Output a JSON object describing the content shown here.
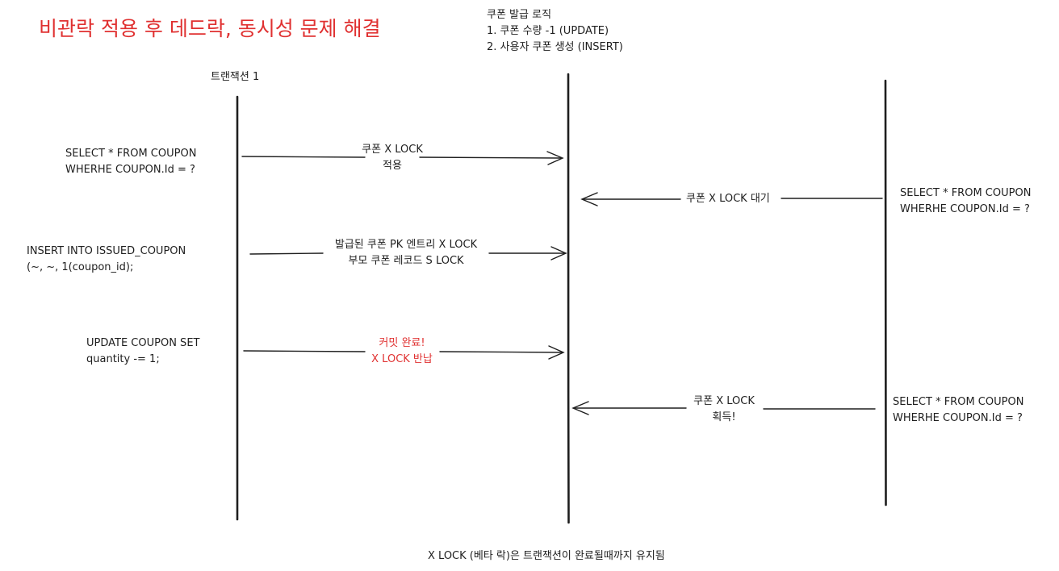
{
  "title": "비관락 적용 후 데드락, 동시성 문제 해결",
  "colors": {
    "title": "#e03131",
    "text": "#1e1e1e",
    "highlight": "#e03131",
    "line": "#1e1e1e"
  },
  "logic_note": {
    "heading": "쿠폰 발급 로직",
    "step1": "1. 쿠폰 수량 -1 (UPDATE)",
    "step2": "2. 사용자 쿠폰 생성 (INSERT)"
  },
  "lane_label": "트랜잭션 1",
  "left_queries": {
    "select": "SELECT * FROM COUPON\nWHERHE COUPON.Id = ?",
    "insert": "INSERT INTO ISSUED_COUPON\n(~, ~, 1(coupon_id);",
    "update": "UPDATE COUPON SET\nquantity -= 1;"
  },
  "right_queries": {
    "select_wait": "SELECT * FROM COUPON\nWHERHE COUPON.Id = ?",
    "select_acquire": "SELECT * FROM COUPON\nWHERHE COUPON.Id = ?"
  },
  "messages": {
    "x_lock_apply": "쿠폰 X LOCK\n적용",
    "x_lock_wait": "쿠폰 X LOCK 대기",
    "insert_locks": "발급된 쿠폰 PK 엔트리 X LOCK\n부모 쿠폰 레코드 S LOCK",
    "commit": "커밋 완료!\nX LOCK 반납",
    "x_lock_acquire": "쿠폰 X LOCK\n획득!"
  },
  "footer_note": "X LOCK (베타 락)은 트랜잭션이 완료될때까지 유지됨"
}
